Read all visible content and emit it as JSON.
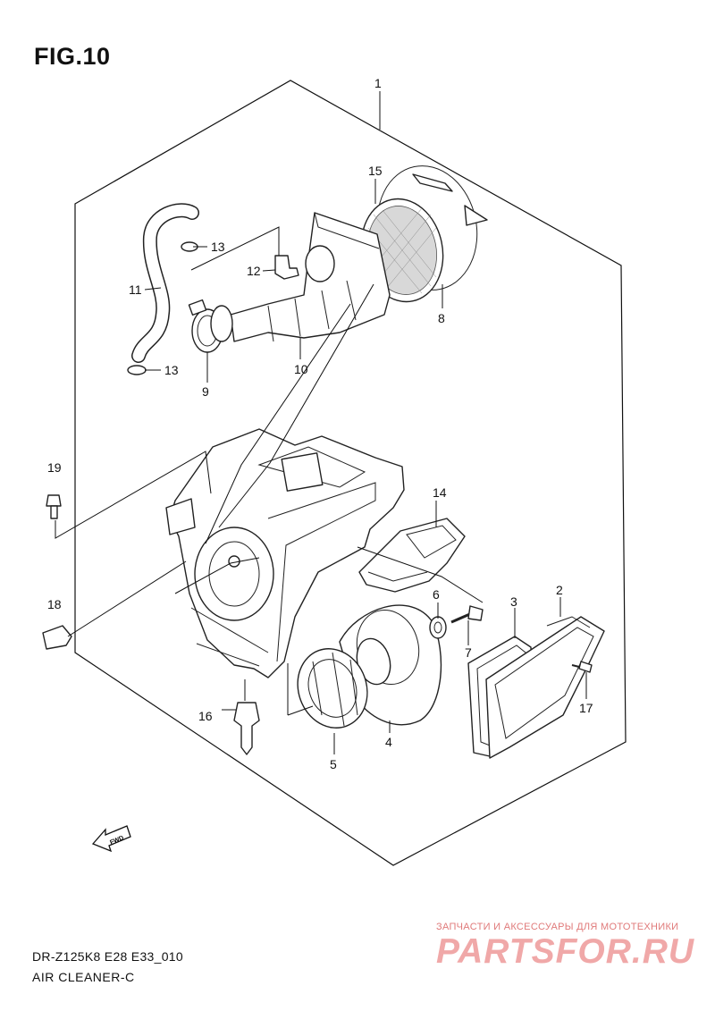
{
  "figure": {
    "title": "FIG.10",
    "model_code": "DR-Z125K8 E28 E33_010",
    "caption": "AIR CLEANER-C"
  },
  "callouts": {
    "c1": "1",
    "c2": "2",
    "c3": "3",
    "c4": "4",
    "c5": "5",
    "c6": "6",
    "c7": "7",
    "c8": "8",
    "c9": "9",
    "c10": "10",
    "c11": "11",
    "c12": "12",
    "c13a": "13",
    "c13b": "13",
    "c14": "14",
    "c15": "15",
    "c16": "16",
    "c17": "17",
    "c18": "18",
    "c19": "19"
  },
  "fwd_label": "FWD",
  "watermark": {
    "subtitle": "ЗАПЧАСТИ И АКСЕССУАРЫ ДЛЯ МОТОТЕХНИКИ",
    "brand": "PARTSFOR.RU"
  },
  "colors": {
    "line": "#222222",
    "watermark": "#f0a8a8"
  }
}
